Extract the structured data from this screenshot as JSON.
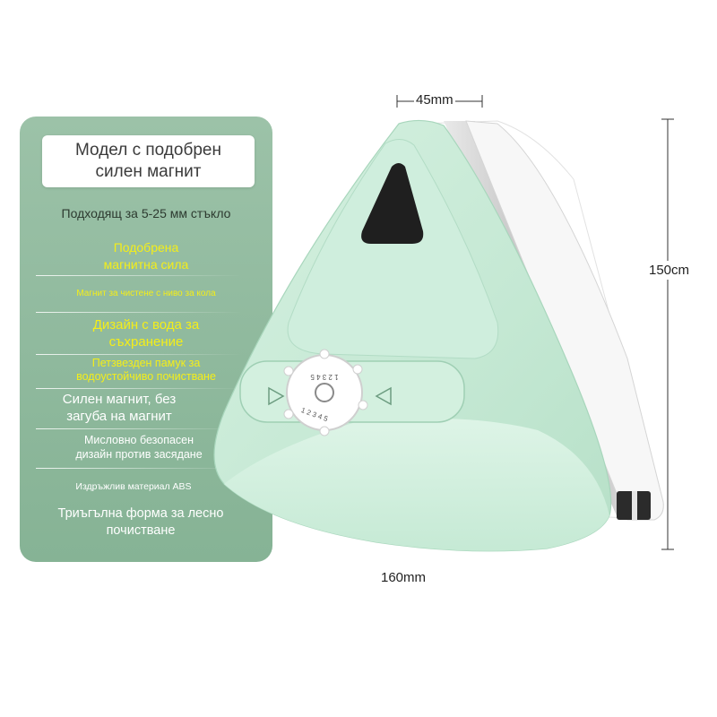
{
  "panel": {
    "title": "Модел с подобрен\nсилен магнит",
    "subtitle": "Подходящ за 5-25 мм стъкло",
    "features": [
      {
        "text": "Подобрена\nмагнитна сила",
        "color": "yellow"
      },
      {
        "text": "Магнит за чистене с ниво за кола",
        "color": "yellow"
      },
      {
        "text": "Дизайн с вода за\nсъхранение",
        "color": "yellow"
      },
      {
        "text": "Петзвезден памук за\nводоустойчиво почистване",
        "color": "yellow"
      },
      {
        "text": "Силен магнит, без\nзагуба на магнит",
        "color": "white"
      },
      {
        "text": "Мисловно безопасен\nдизайн против засядане",
        "color": "white"
      },
      {
        "text": "Издръжлив материал ABS",
        "color": "white"
      },
      {
        "text": "Триъгълна форма за лесно\nпочистване",
        "color": "white"
      }
    ]
  },
  "dimensions": {
    "depth": "45mm",
    "height": "150cm",
    "width": "160mm"
  },
  "knob_digits": "1 2 3 4 5",
  "colors": {
    "panel": "#8fb99d",
    "product_body": "#c9ead8",
    "highlight_yellow": "#f4ee19"
  }
}
